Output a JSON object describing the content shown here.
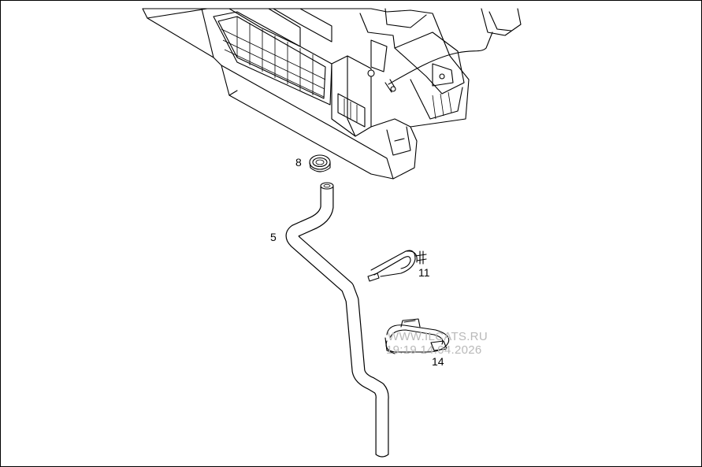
{
  "callouts": {
    "hose": "5",
    "grommet": "8",
    "clamp_upper": "11",
    "clamp_lower": "14"
  },
  "watermark": {
    "line1": "WWW.ILCATS.RU",
    "line2": "19:19 14.04.2026"
  }
}
